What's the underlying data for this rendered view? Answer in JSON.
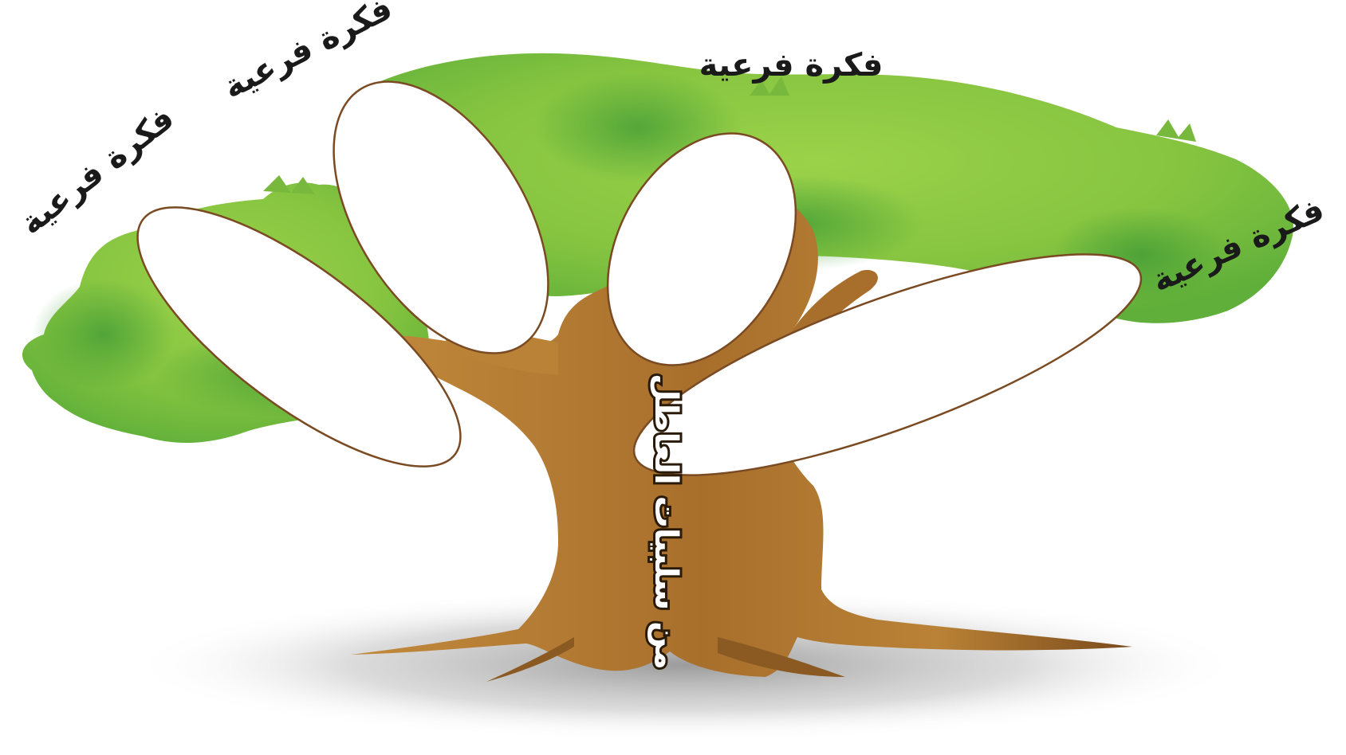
{
  "diagram": {
    "type": "tree-graphic-organizer",
    "central_topic": "من سلبيات العاطل",
    "branches": [
      {
        "label": "فكرة فرعية",
        "content": ""
      },
      {
        "label": "فكرة فرعية",
        "content": ""
      },
      {
        "label": "فكرة فرعية",
        "content": ""
      },
      {
        "label": "فكرة فرعية",
        "content": ""
      }
    ],
    "colors": {
      "foliage_light": "#8cc63f",
      "foliage_dark": "#4fa83a",
      "trunk": "#b07a35",
      "trunk_dark": "#7a4a1c",
      "oval_border": "#7a4a22",
      "label_text": "#1a1a1a"
    }
  }
}
